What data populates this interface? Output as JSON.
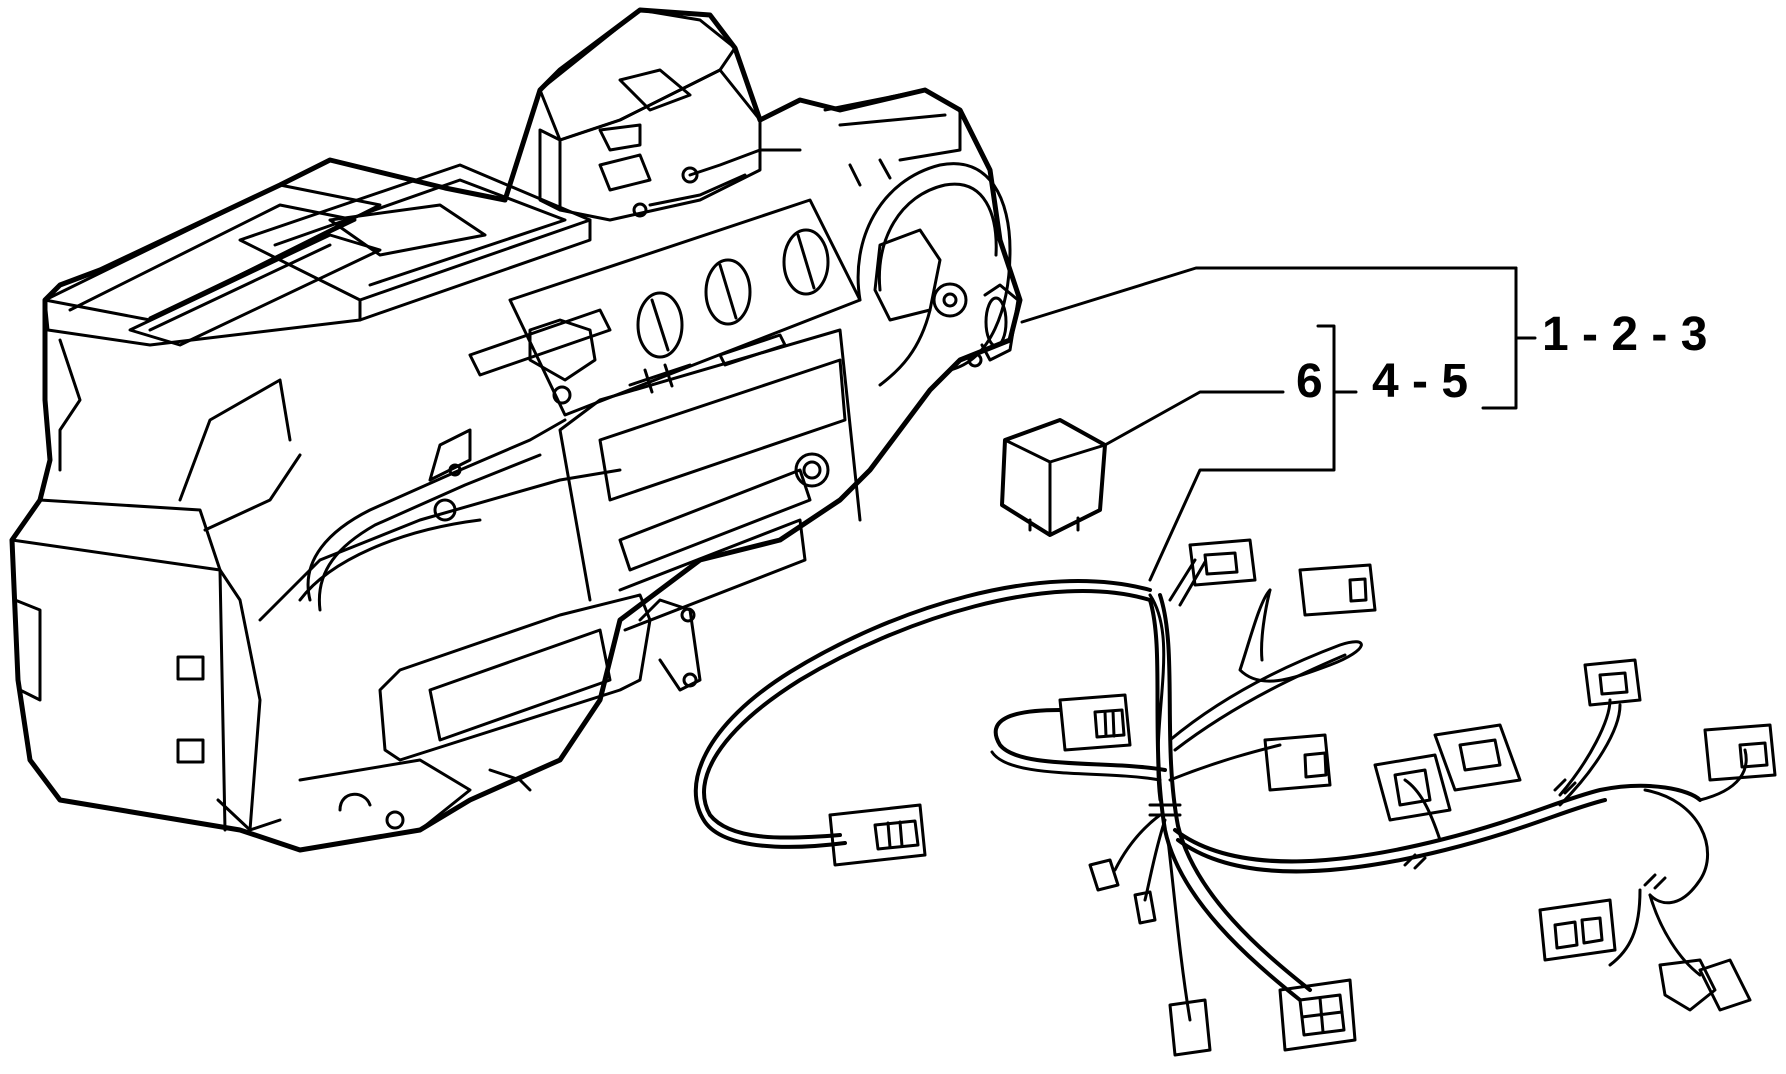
{
  "callouts": {
    "group_a": "1 - 2 - 3",
    "group_b": "6",
    "group_c": "4 - 5"
  }
}
